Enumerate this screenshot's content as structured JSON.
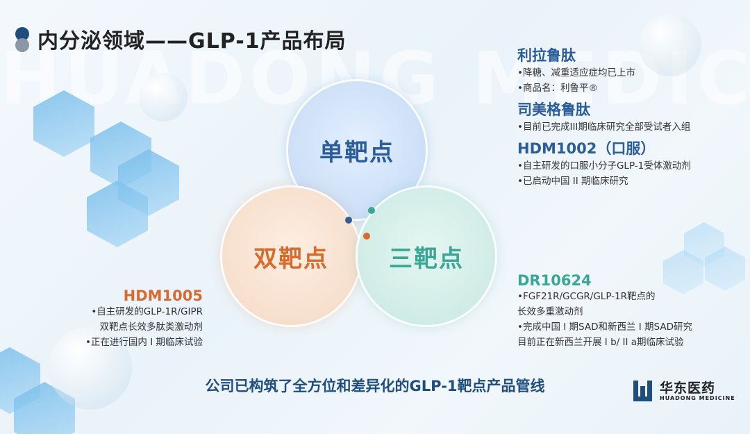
{
  "slide": {
    "title": "内分泌领域——GLP-1产品布局",
    "watermark": "HUADONG MEDICINE",
    "circles": {
      "single": "单靶点",
      "double": "双靶点",
      "triple": "三靶点"
    },
    "single_target": [
      {
        "name": "利拉鲁肽",
        "lines": [
          "•降糖、减重适应症均已上市",
          "•商品名：利鲁平®"
        ]
      },
      {
        "name": "司美格鲁肽",
        "lines": [
          "•目前已完成III期临床研究全部受试者入组"
        ]
      },
      {
        "name": "HDM1002（口服）",
        "lines": [
          "•自主研发的口服小分子GLP-1受体激动剂",
          "•已启动中国 II 期临床研究"
        ]
      }
    ],
    "double_target": {
      "name": "HDM1005",
      "lines": [
        "•自主研发的GLP-1R/GIPR",
        "双靶点长效多肽类激动剂",
        "•正在进行国内 I 期临床试验"
      ]
    },
    "triple_target": {
      "name": "DR10624",
      "lines": [
        "•FGF21R/GCGR/GLP-1R靶点的",
        " 长效多重激动剂",
        "•完成中国 I 期SAD和新西兰 I 期SAD研究",
        " 目前正在新西兰开展 I b/ II a期临床试验"
      ]
    },
    "bottom_text": "公司已构筑了全方位和差异化的GLP-1靶点产品管线",
    "logo": {
      "cn": "华东医药",
      "en": "HUADONG MEDICINE"
    },
    "colors": {
      "blue": "#2a5d9a",
      "orange": "#d86a2b",
      "teal": "#3aa796",
      "navy": "#1f4e7d"
    }
  }
}
